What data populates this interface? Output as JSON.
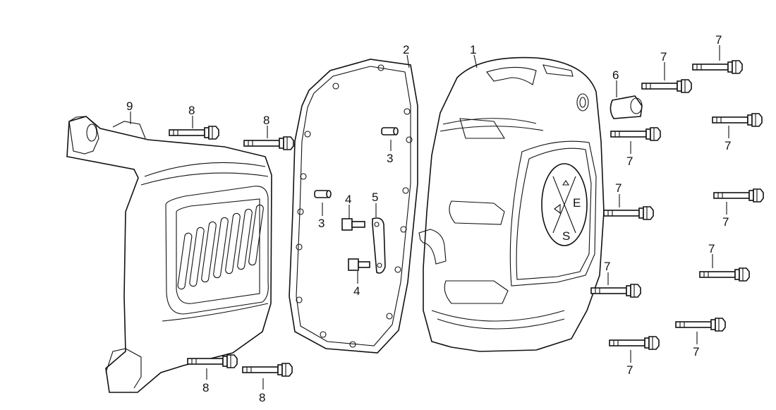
{
  "callouts": [
    {
      "id": "c1",
      "text": "1"
    },
    {
      "id": "c2",
      "text": "2"
    },
    {
      "id": "c3a",
      "text": "3"
    },
    {
      "id": "c3b",
      "text": "3"
    },
    {
      "id": "c4a",
      "text": "4"
    },
    {
      "id": "c4b",
      "text": "4"
    },
    {
      "id": "c5",
      "text": "5"
    },
    {
      "id": "c6",
      "text": "6"
    },
    {
      "id": "c7a",
      "text": "7"
    },
    {
      "id": "c7b",
      "text": "7"
    },
    {
      "id": "c7c",
      "text": "7"
    },
    {
      "id": "c7d",
      "text": "7"
    },
    {
      "id": "c7e",
      "text": "7"
    },
    {
      "id": "c7f",
      "text": "7"
    },
    {
      "id": "c7g",
      "text": "7"
    },
    {
      "id": "c7h",
      "text": "7"
    },
    {
      "id": "c7i",
      "text": "7"
    },
    {
      "id": "c7j",
      "text": "7"
    },
    {
      "id": "c8a",
      "text": "8"
    },
    {
      "id": "c8b",
      "text": "8"
    },
    {
      "id": "c8c",
      "text": "8"
    },
    {
      "id": "c8d",
      "text": "8"
    },
    {
      "id": "c9",
      "text": "9"
    }
  ],
  "badge": {
    "letters": [
      "E",
      "S"
    ]
  }
}
